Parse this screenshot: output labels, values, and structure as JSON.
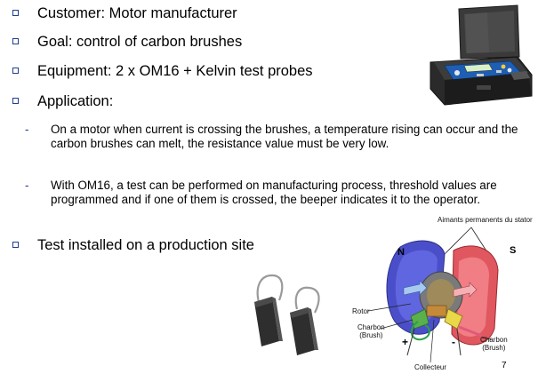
{
  "bullets": [
    "Customer: Motor manufacturer",
    "Goal: control of carbon brushes",
    "Equipment: 2 x OM16 + Kelvin test probes",
    "Application:",
    "Test installed on a production site"
  ],
  "sub_bullets": [
    {
      "dash": "-",
      "text": "On a motor when current is crossing the brushes, a temperature rising can occur and the carbon brushes can melt, the resistance value must be very low."
    },
    {
      "dash": "-",
      "text": "With OM16, a test can be performed on manufacturing process, threshold values are programmed and if one of them is crossed, the beeper indicates it to the operator."
    }
  ],
  "motor_diagram": {
    "stator_label": "Aimants permanents du stator",
    "north": "N",
    "south": "S",
    "rotor": "Rotor",
    "brush_left": "Charbon\n(Brush)",
    "brush_right": "Charbon\n(Brush)",
    "plus": "+",
    "minus": "-",
    "commutator": "Collecteur"
  },
  "page_number": "7",
  "colors": {
    "bullet_blue": "#1f3f8f",
    "north_magnet": "#4a4fc9",
    "south_magnet": "#e0575f",
    "device_case": "#2a2a2a",
    "device_screen": "#1e5fb5"
  },
  "icons": [
    "device-photo",
    "carbon-brushes-photo",
    "motor-diagram"
  ]
}
